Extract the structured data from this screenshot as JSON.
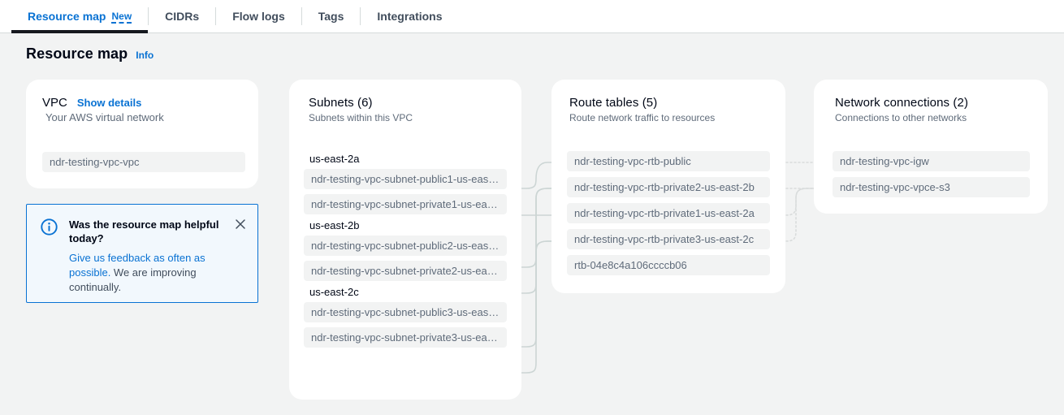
{
  "tabs": [
    {
      "label": "Resource map",
      "badge": "New",
      "active": true
    },
    {
      "label": "CIDRs",
      "active": false
    },
    {
      "label": "Flow logs",
      "active": false
    },
    {
      "label": "Tags",
      "active": false
    },
    {
      "label": "Integrations",
      "active": false
    }
  ],
  "header": {
    "title": "Resource map",
    "info_label": "Info"
  },
  "vpc": {
    "label": "VPC",
    "show_details": "Show details",
    "description": "Your AWS virtual network",
    "name": "ndr-testing-vpc-vpc"
  },
  "feedback": {
    "question": "Was the resource map helpful today?",
    "link_text": "Give us feedback as often as possible.",
    "rest_text": " We are improving continually.",
    "close_label": "✕"
  },
  "subnets": {
    "title": "Subnets (6)",
    "subtitle": "Subnets within this VPC",
    "groups": [
      {
        "az": "us-east-2a",
        "items": [
          "ndr-testing-vpc-subnet-public1-us-eas…",
          "ndr-testing-vpc-subnet-private1-us-ea…"
        ]
      },
      {
        "az": "us-east-2b",
        "items": [
          "ndr-testing-vpc-subnet-public2-us-eas…",
          "ndr-testing-vpc-subnet-private2-us-ea…"
        ]
      },
      {
        "az": "us-east-2c",
        "items": [
          "ndr-testing-vpc-subnet-public3-us-eas…",
          "ndr-testing-vpc-subnet-private3-us-ea…"
        ]
      }
    ]
  },
  "route_tables": {
    "title": "Route tables (5)",
    "subtitle": "Route network traffic to resources",
    "items": [
      "ndr-testing-vpc-rtb-public",
      "ndr-testing-vpc-rtb-private2-us-east-2b",
      "ndr-testing-vpc-rtb-private1-us-east-2a",
      "ndr-testing-vpc-rtb-private3-us-east-2c",
      "rtb-04e8c4a106ccccb06"
    ]
  },
  "network_connections": {
    "title": "Network connections (2)",
    "subtitle": "Connections to other networks",
    "items": [
      "ndr-testing-vpc-igw",
      "ndr-testing-vpc-vpce-s3"
    ]
  },
  "colors": {
    "accent": "#0972d3",
    "page_bg": "#f2f3f3",
    "card_bg": "#ffffff",
    "pill_bg": "#f2f3f3",
    "text": "#000716",
    "muted": "#5f6b7a",
    "wire_solid": "#ccd5d4",
    "wire_dotted": "#d9dcdc",
    "tab_underline": "#16191f"
  }
}
